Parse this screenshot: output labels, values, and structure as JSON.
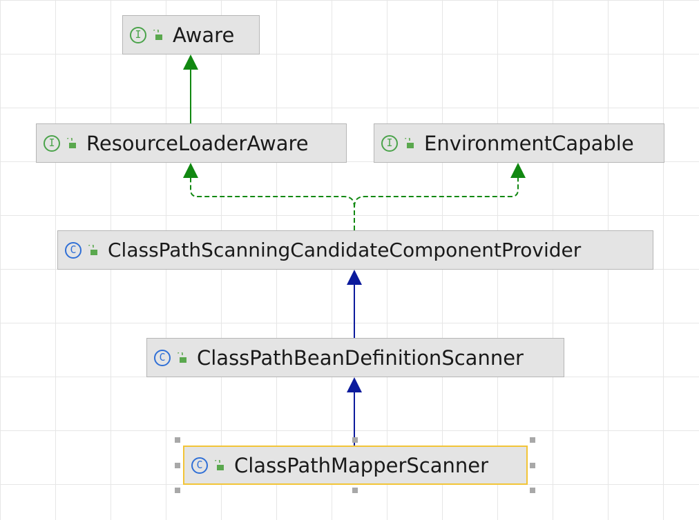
{
  "nodes": [
    {
      "id": "aware",
      "kind": "interface",
      "badge": "I",
      "label": "Aware"
    },
    {
      "id": "resource_loader_aware",
      "kind": "interface",
      "badge": "I",
      "label": "ResourceLoaderAware"
    },
    {
      "id": "environment_capable",
      "kind": "interface",
      "badge": "I",
      "label": "EnvironmentCapable"
    },
    {
      "id": "cpscp",
      "kind": "class",
      "badge": "C",
      "label": "ClassPathScanningCandidateComponentProvider"
    },
    {
      "id": "cpbds",
      "kind": "class",
      "badge": "C",
      "label": "ClassPathBeanDefinitionScanner"
    },
    {
      "id": "cpms",
      "kind": "class",
      "badge": "C",
      "label": "ClassPathMapperScanner",
      "selected": true
    }
  ],
  "edges": [
    {
      "from": "resource_loader_aware",
      "to": "aware",
      "type": "extends-interface"
    },
    {
      "from": "cpscp",
      "to": "resource_loader_aware",
      "type": "implements"
    },
    {
      "from": "cpscp",
      "to": "environment_capable",
      "type": "implements"
    },
    {
      "from": "cpbds",
      "to": "cpscp",
      "type": "extends-class"
    },
    {
      "from": "cpms",
      "to": "cpbds",
      "type": "extends-class"
    }
  ],
  "colors": {
    "interface_edge": "#118811",
    "class_edge": "#0b1a9c",
    "node_fill": "#e4e4e4",
    "selected_border": "#f2c436",
    "interface_badge": "#4aa34a",
    "class_badge": "#2f6fd6",
    "lock_icon": "#5aa84e"
  }
}
